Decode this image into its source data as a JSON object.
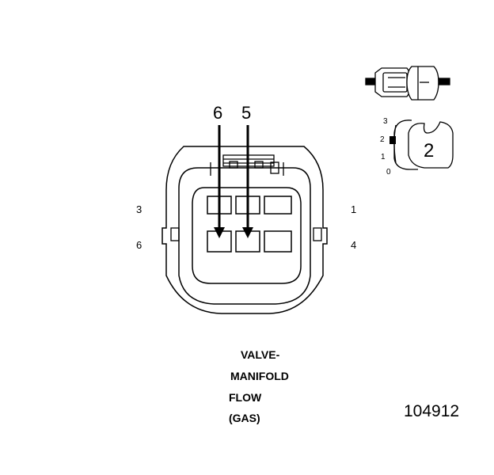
{
  "connector": {
    "pin_labels": {
      "top_left": "3",
      "bottom_left": "6",
      "top_right": "1",
      "bottom_right": "4"
    },
    "arrow_labels": [
      "6",
      "5"
    ]
  },
  "inset": {
    "scale_labels": [
      "3",
      "2",
      "1",
      "0"
    ],
    "position_number": "2"
  },
  "caption": {
    "line1": "VALVE-",
    "line2": "MANIFOLD",
    "line3": "FLOW",
    "line4": "(GAS)"
  },
  "figure_number": "104912"
}
